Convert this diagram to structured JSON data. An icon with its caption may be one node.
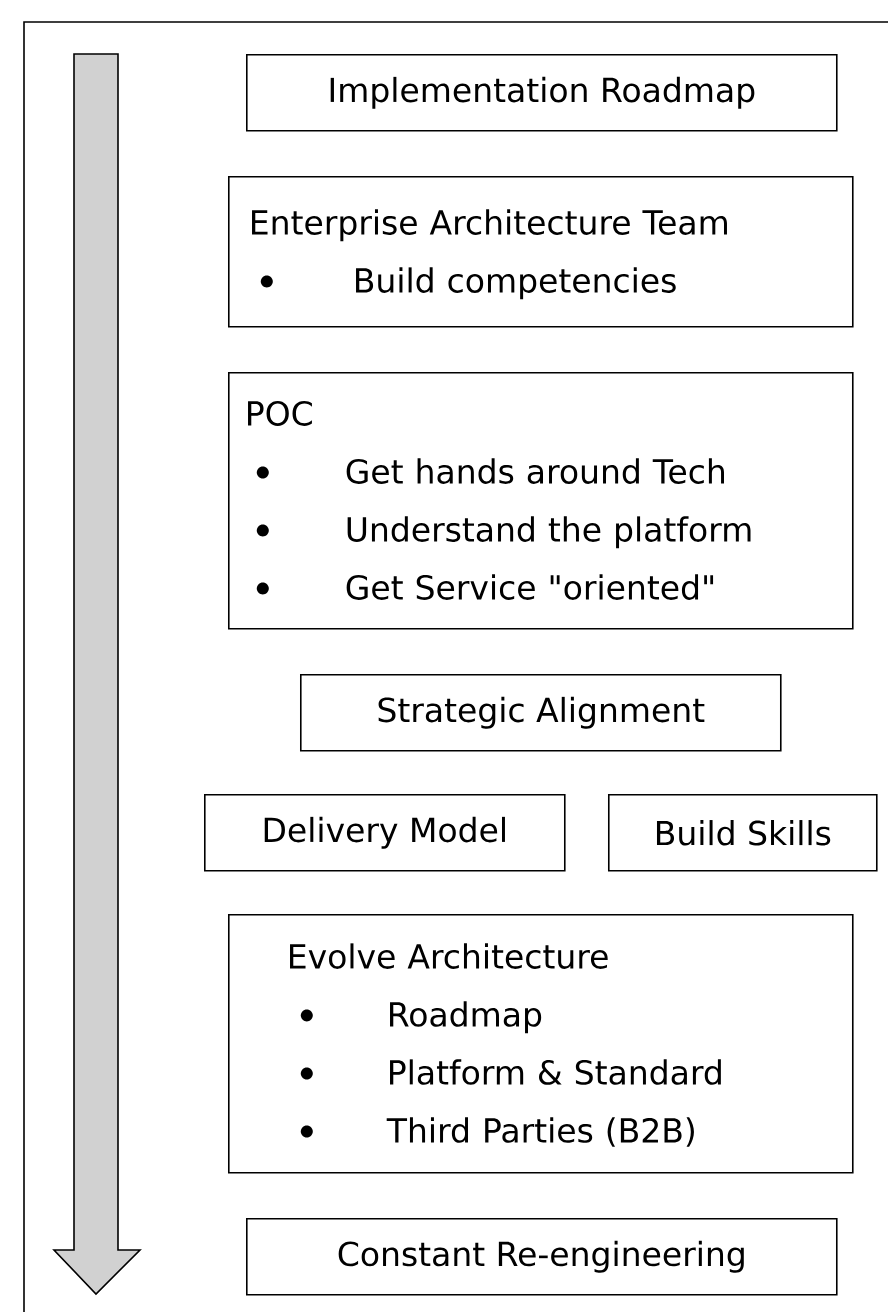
{
  "diagram": {
    "nodes": [
      {
        "text": [
          "Implementation Roadmap"
        ]
      },
      {
        "text": [
          "Enterprise Architecture Team",
          "Build competencies"
        ]
      },
      {
        "text": [
          "POC",
          "Get hands around Tech",
          "Understand the platform",
          "Get Service \"oriented\""
        ]
      },
      {
        "text": [
          "Strategic Alignment"
        ]
      },
      {
        "text": [
          "Delivery Model"
        ]
      },
      {
        "text": [
          "Build Skills"
        ]
      },
      {
        "text": [
          "Evolve Architecture",
          "Roadmap",
          "Platform & Standard",
          "Third Parties (B2B)"
        ]
      },
      {
        "text": [
          "Constant Re-engineering"
        ]
      }
    ]
  }
}
